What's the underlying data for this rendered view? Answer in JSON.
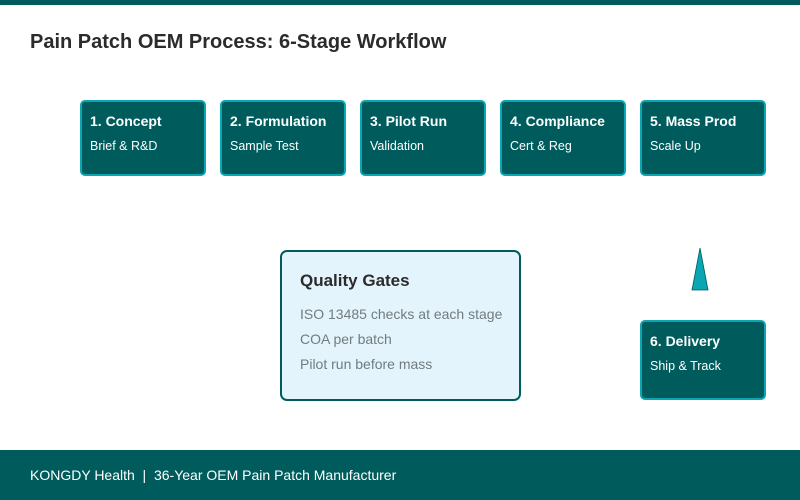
{
  "title": "Pain Patch OEM Process: 6-Stage Workflow",
  "stages": [
    {
      "title": "1. Concept",
      "subtitle": "Brief & R&D"
    },
    {
      "title": "2. Formulation",
      "subtitle": "Sample Test"
    },
    {
      "title": "3. Pilot Run",
      "subtitle": "Validation"
    },
    {
      "title": "4. Compliance",
      "subtitle": "Cert & Reg"
    },
    {
      "title": "5. Mass Prod",
      "subtitle": "Scale Up"
    },
    {
      "title": "6. Delivery",
      "subtitle": "Ship & Track"
    }
  ],
  "quality_gates": {
    "title": "Quality Gates",
    "items": [
      "ISO 13485 checks at each stage",
      "COA per batch",
      "Pilot run before mass"
    ]
  },
  "footer": {
    "text": "KONGDY Health  |  36-Year OEM Pain Patch Manufacturer"
  },
  "colors": {
    "primary": "#005c5c",
    "accent": "#0aa6b3",
    "panel_bg": "#e4f4fc"
  },
  "icons": {
    "flow_arrow": "arrow-up-icon"
  }
}
